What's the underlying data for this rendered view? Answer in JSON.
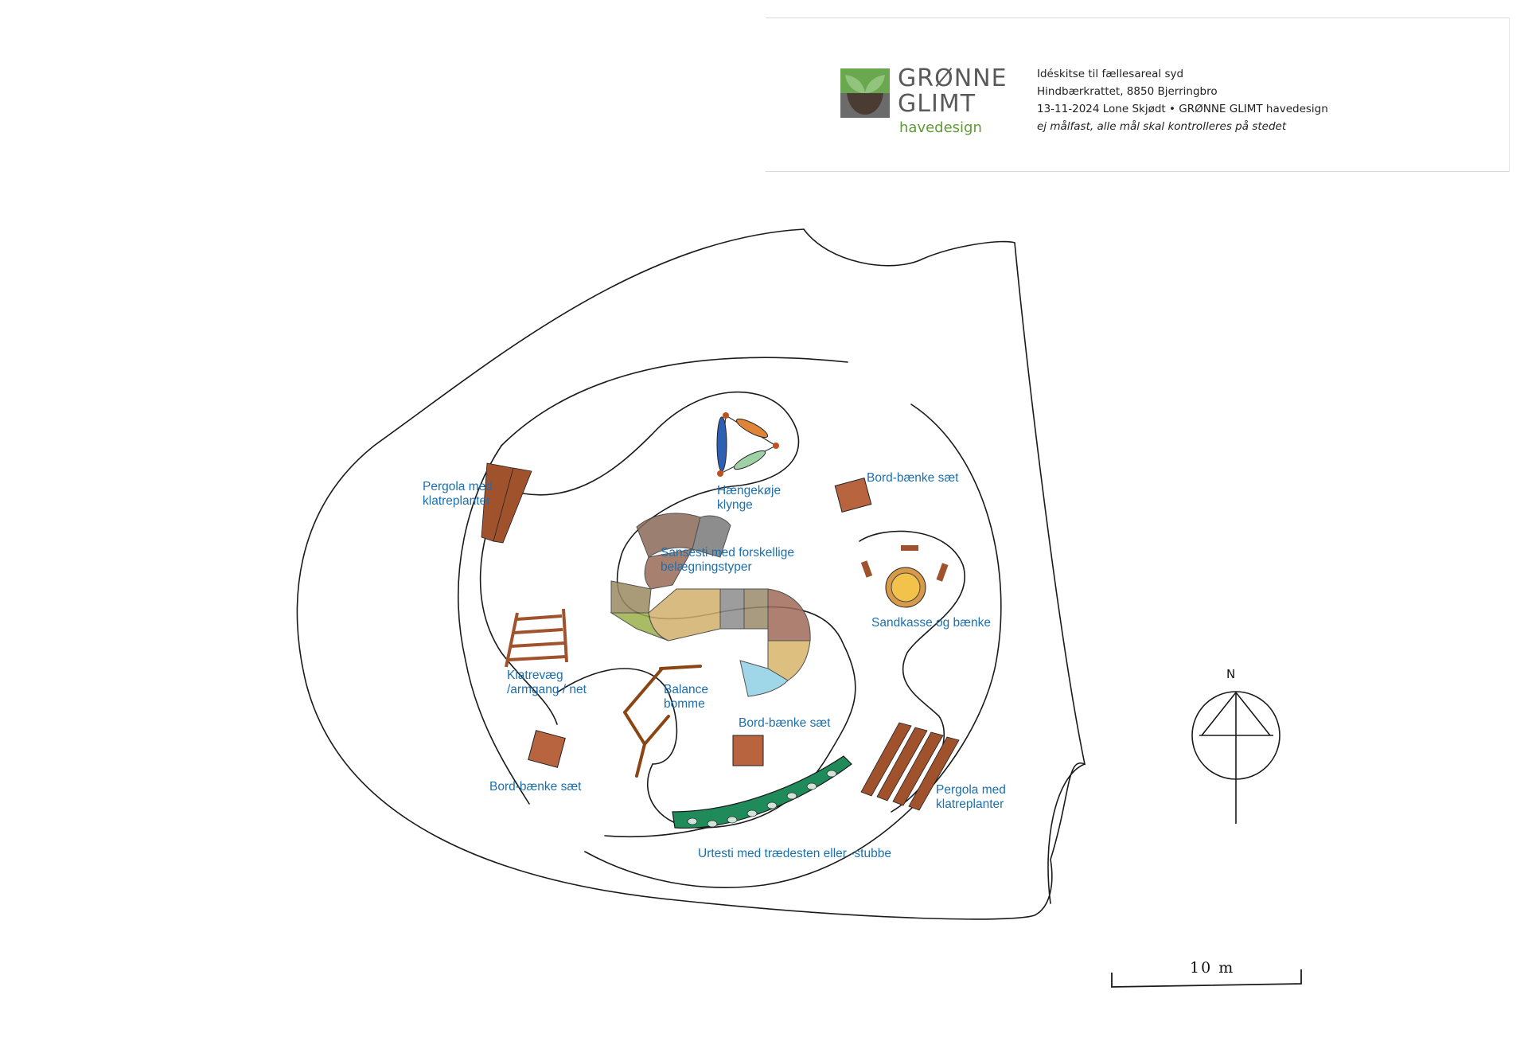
{
  "header": {
    "brand_line1": "GRØNNE",
    "brand_line2": "GLIMT",
    "brand_sub": "havedesign",
    "info_line1": "Idéskitse til fællesareal syd",
    "info_line2": "Hindbærkrattet, 8850 Bjerringbro",
    "info_line3": "13-11-2024 Lone Skjødt • GRØNNE GLIMT havedesign",
    "info_note": "ej målfast, alle mål skal kontrolleres på stedet"
  },
  "labels": {
    "pergola_west": "Pergola med\nklatreplanter",
    "haengekoje": "Hængekøje\nklynge",
    "bord_north": "Bord-bænke sæt",
    "sansesti": "Sansesti med forskellige\nbelægningstyper",
    "sandkasse": "Sandkasse og bænke",
    "klatrevaeg": "Klatrevæg\n/armgang / net",
    "balance": "Balance\nbomme",
    "bord_center": "Bord-bænke sæt",
    "bord_sw": "Bord-bænke sæt",
    "pergola_east": "Pergola med\nklatreplanter",
    "urtesti": "Urtesti med trædesten eller -stubbe"
  },
  "compass": {
    "north_label": "N"
  },
  "scale_bar": {
    "label": "10 m"
  },
  "colors": {
    "label_blue": "#1b6fae",
    "wood": "#a0522d",
    "table": "#b8643f",
    "logo_green": "#6aa84f",
    "herb_green": "#1f8a5a"
  },
  "icons": [
    "logo-icon",
    "compass-icon",
    "scale-bar-icon",
    "hammock-icon",
    "sandbox-icon"
  ]
}
